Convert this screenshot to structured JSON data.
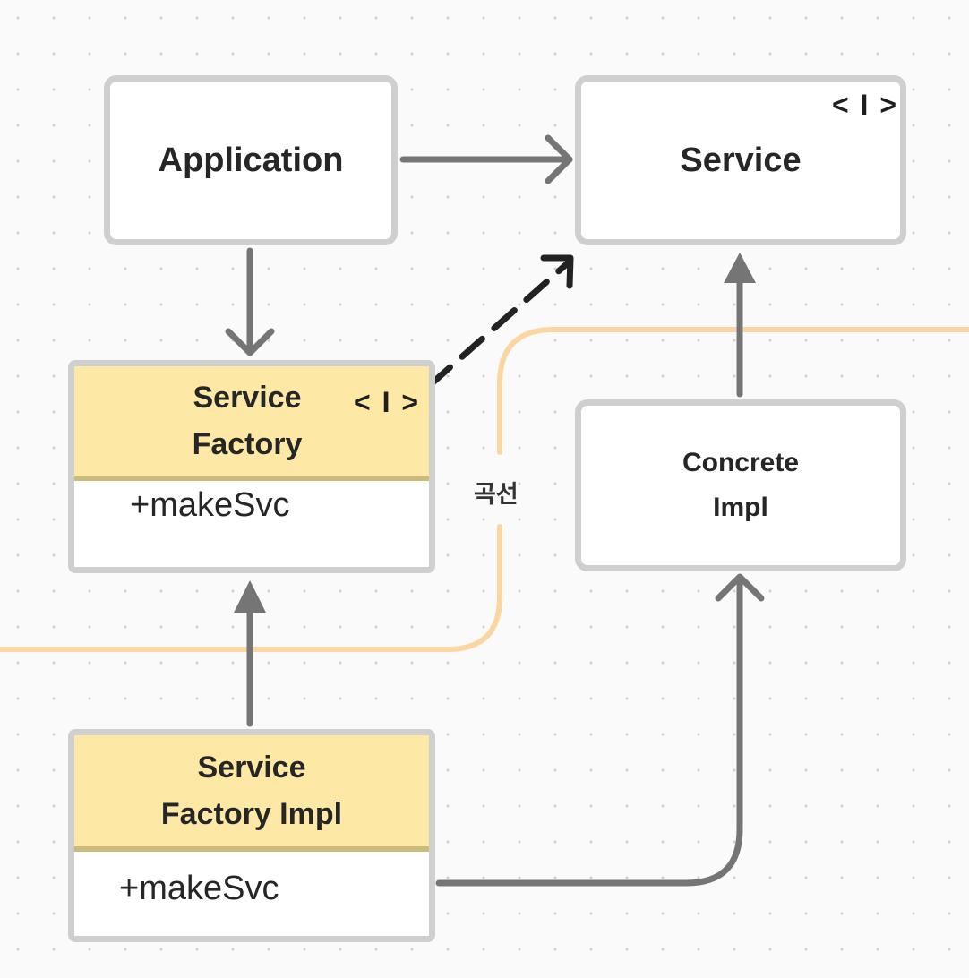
{
  "diagram": {
    "nodes": {
      "application": {
        "label": "Application"
      },
      "service": {
        "label": "Service",
        "stereotype": "< I >"
      },
      "service_factory": {
        "title_line1": "Service",
        "title_line2": "Factory",
        "stereotype": "< I >",
        "member": "+makeSvc"
      },
      "concrete_impl": {
        "title_line1": "Concrete",
        "title_line2": "Impl"
      },
      "service_factory_impl": {
        "title_line1": "Service",
        "title_line2": "Factory Impl",
        "member": "+makeSvc"
      }
    },
    "boundary": {
      "label": "곡선"
    },
    "colors": {
      "node_border": "#cfcfcf",
      "class_header_fill": "#fde8a5",
      "class_header_border": "#cdbb7a",
      "arrow": "#757575",
      "dashed_arrow": "#222222",
      "boundary_line": "#fcd6a2",
      "background_dots": "#cfcfcf"
    },
    "edges": [
      {
        "from": "application",
        "to": "service",
        "style": "solid",
        "head": "open"
      },
      {
        "from": "application",
        "to": "service_factory",
        "style": "solid",
        "head": "open"
      },
      {
        "from": "service_factory",
        "to": "service",
        "style": "dashed",
        "head": "open"
      },
      {
        "from": "concrete_impl",
        "to": "service",
        "style": "solid",
        "head": "filled"
      },
      {
        "from": "service_factory_impl",
        "to": "service_factory",
        "style": "solid",
        "head": "filled"
      },
      {
        "from": "service_factory_impl",
        "to": "concrete_impl",
        "style": "solid",
        "head": "open"
      }
    ]
  }
}
